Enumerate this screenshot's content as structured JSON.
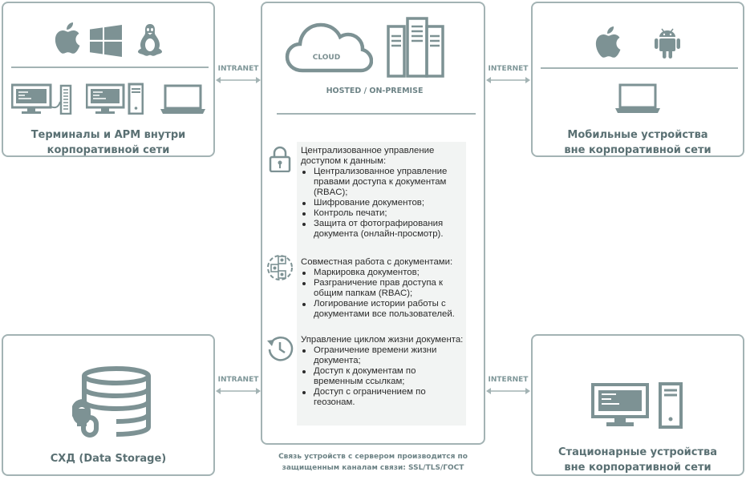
{
  "boxes": {
    "internal_terminals": {
      "title": "Терминалы и АРМ внутри корпоративной сети",
      "icons": [
        "apple-icon",
        "windows-icon",
        "linux-icon",
        "desktop-terminal-icon",
        "desktop-pc-icon",
        "laptop-icon"
      ]
    },
    "mobile_external": {
      "title": "Мобильные устройства вне корпоративной сети",
      "icons": [
        "apple-icon",
        "android-icon",
        "laptop-icon"
      ]
    },
    "storage": {
      "title": "СХД (Data Storage)",
      "icons": [
        "database-link-icon"
      ]
    },
    "stationary_external": {
      "title": "Стационарные устройства вне корпоративной сети",
      "icons": [
        "desktop-pc-icon"
      ]
    }
  },
  "connections": {
    "top_left": "INTRANET",
    "top_right": "INTERNET",
    "bottom_left": "INTRANET",
    "bottom_right": "INTERNET"
  },
  "server": {
    "cloud_label": "CLOUD",
    "hosting_label": "HOSTED / ON-PREMISE",
    "icons": [
      "cloud-icon",
      "server-rack-icon"
    ],
    "features": [
      {
        "icon": "lock-icon",
        "heading": "Централизованное управление доступом к данным:",
        "items": [
          "Централизованное управление правами доступа к документам (RBAC);",
          "Шифрование документов;",
          "Контроль печати;",
          "Защита от фотографирования документа (онлайн-просмотр)."
        ]
      },
      {
        "icon": "collaboration-icon",
        "heading": "Совместная работа с документами:",
        "items": [
          "Маркировка документов;",
          "Разграничение прав доступа к общим папкам (RBAC);",
          "Логирование истории работы с документами все пользователей."
        ]
      },
      {
        "icon": "history-clock-icon",
        "heading": "Управление циклом жизни документа:",
        "items": [
          "Ограничение времени жизни документа;",
          "Доступ к документам по временным ссылкам;",
          "Доступ с ограничением по геозонам."
        ]
      }
    ]
  },
  "footnote": "Связь устройств с сервером производится по защищенным каналам связи: SSL/TLS/ГОСТ",
  "colors": {
    "border": "#a3b3b4",
    "icon": "#7d9294",
    "title_text": "#5a7073",
    "panel_bg": "#f2f4f3"
  }
}
